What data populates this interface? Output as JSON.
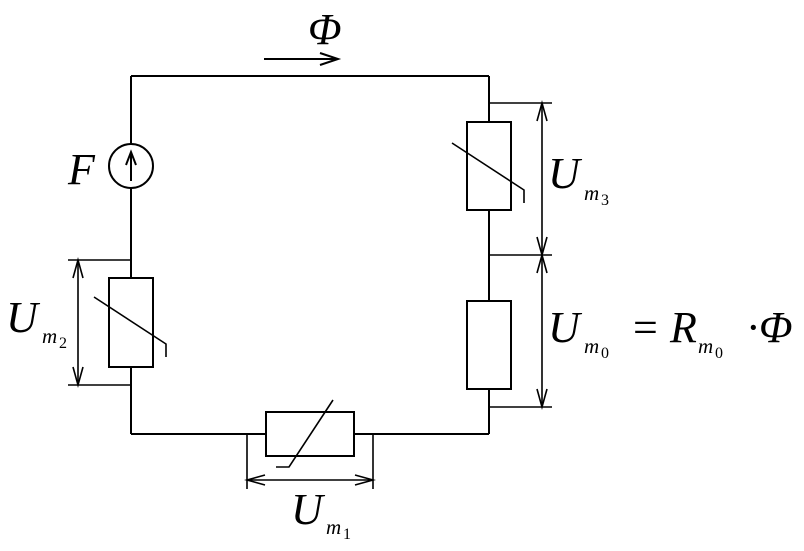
{
  "labels": {
    "flux": "Φ",
    "mmf": "F",
    "u3_main": "U",
    "u3_sub": "m",
    "u3_subsub": "3",
    "u2_main": "U",
    "u2_sub": "m",
    "u2_subsub": "2",
    "u1_main": "U",
    "u1_sub": "m",
    "u1_subsub": "1",
    "u0_main": "U",
    "u0_sub": "m",
    "u0_subsub": "0",
    "equals": "=",
    "r_main": "R",
    "r_sub": "m",
    "r_subsub": "0",
    "dot": "·",
    "flux2": "Φ"
  }
}
